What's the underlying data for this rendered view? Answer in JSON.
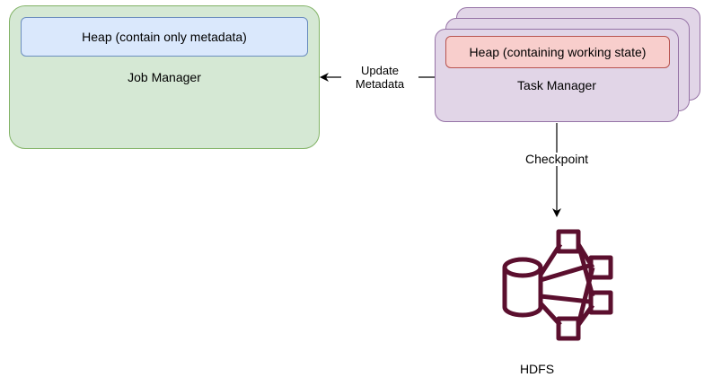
{
  "job_manager": {
    "heap_label": "Heap (contain only metadata)",
    "label": "Job Manager"
  },
  "task_manager": {
    "heap_label": "Heap (containing working state)",
    "label": "Task Manager"
  },
  "edges": {
    "update_line1": "Update",
    "update_line2": "Metadata",
    "checkpoint": "Checkpoint"
  },
  "hdfs": {
    "label": "HDFS",
    "icon": "hdfs-icon",
    "icon_color": "#5b0f2e"
  },
  "colors": {
    "job_manager_fill": "#d5e8d4",
    "job_manager_stroke": "#82b366",
    "jm_heap_fill": "#dae8fc",
    "jm_heap_stroke": "#6c8ebf",
    "task_manager_fill": "#e1d5e7",
    "task_manager_stroke": "#9673a6",
    "tm_heap_fill": "#f8cecc",
    "tm_heap_stroke": "#b85450"
  }
}
